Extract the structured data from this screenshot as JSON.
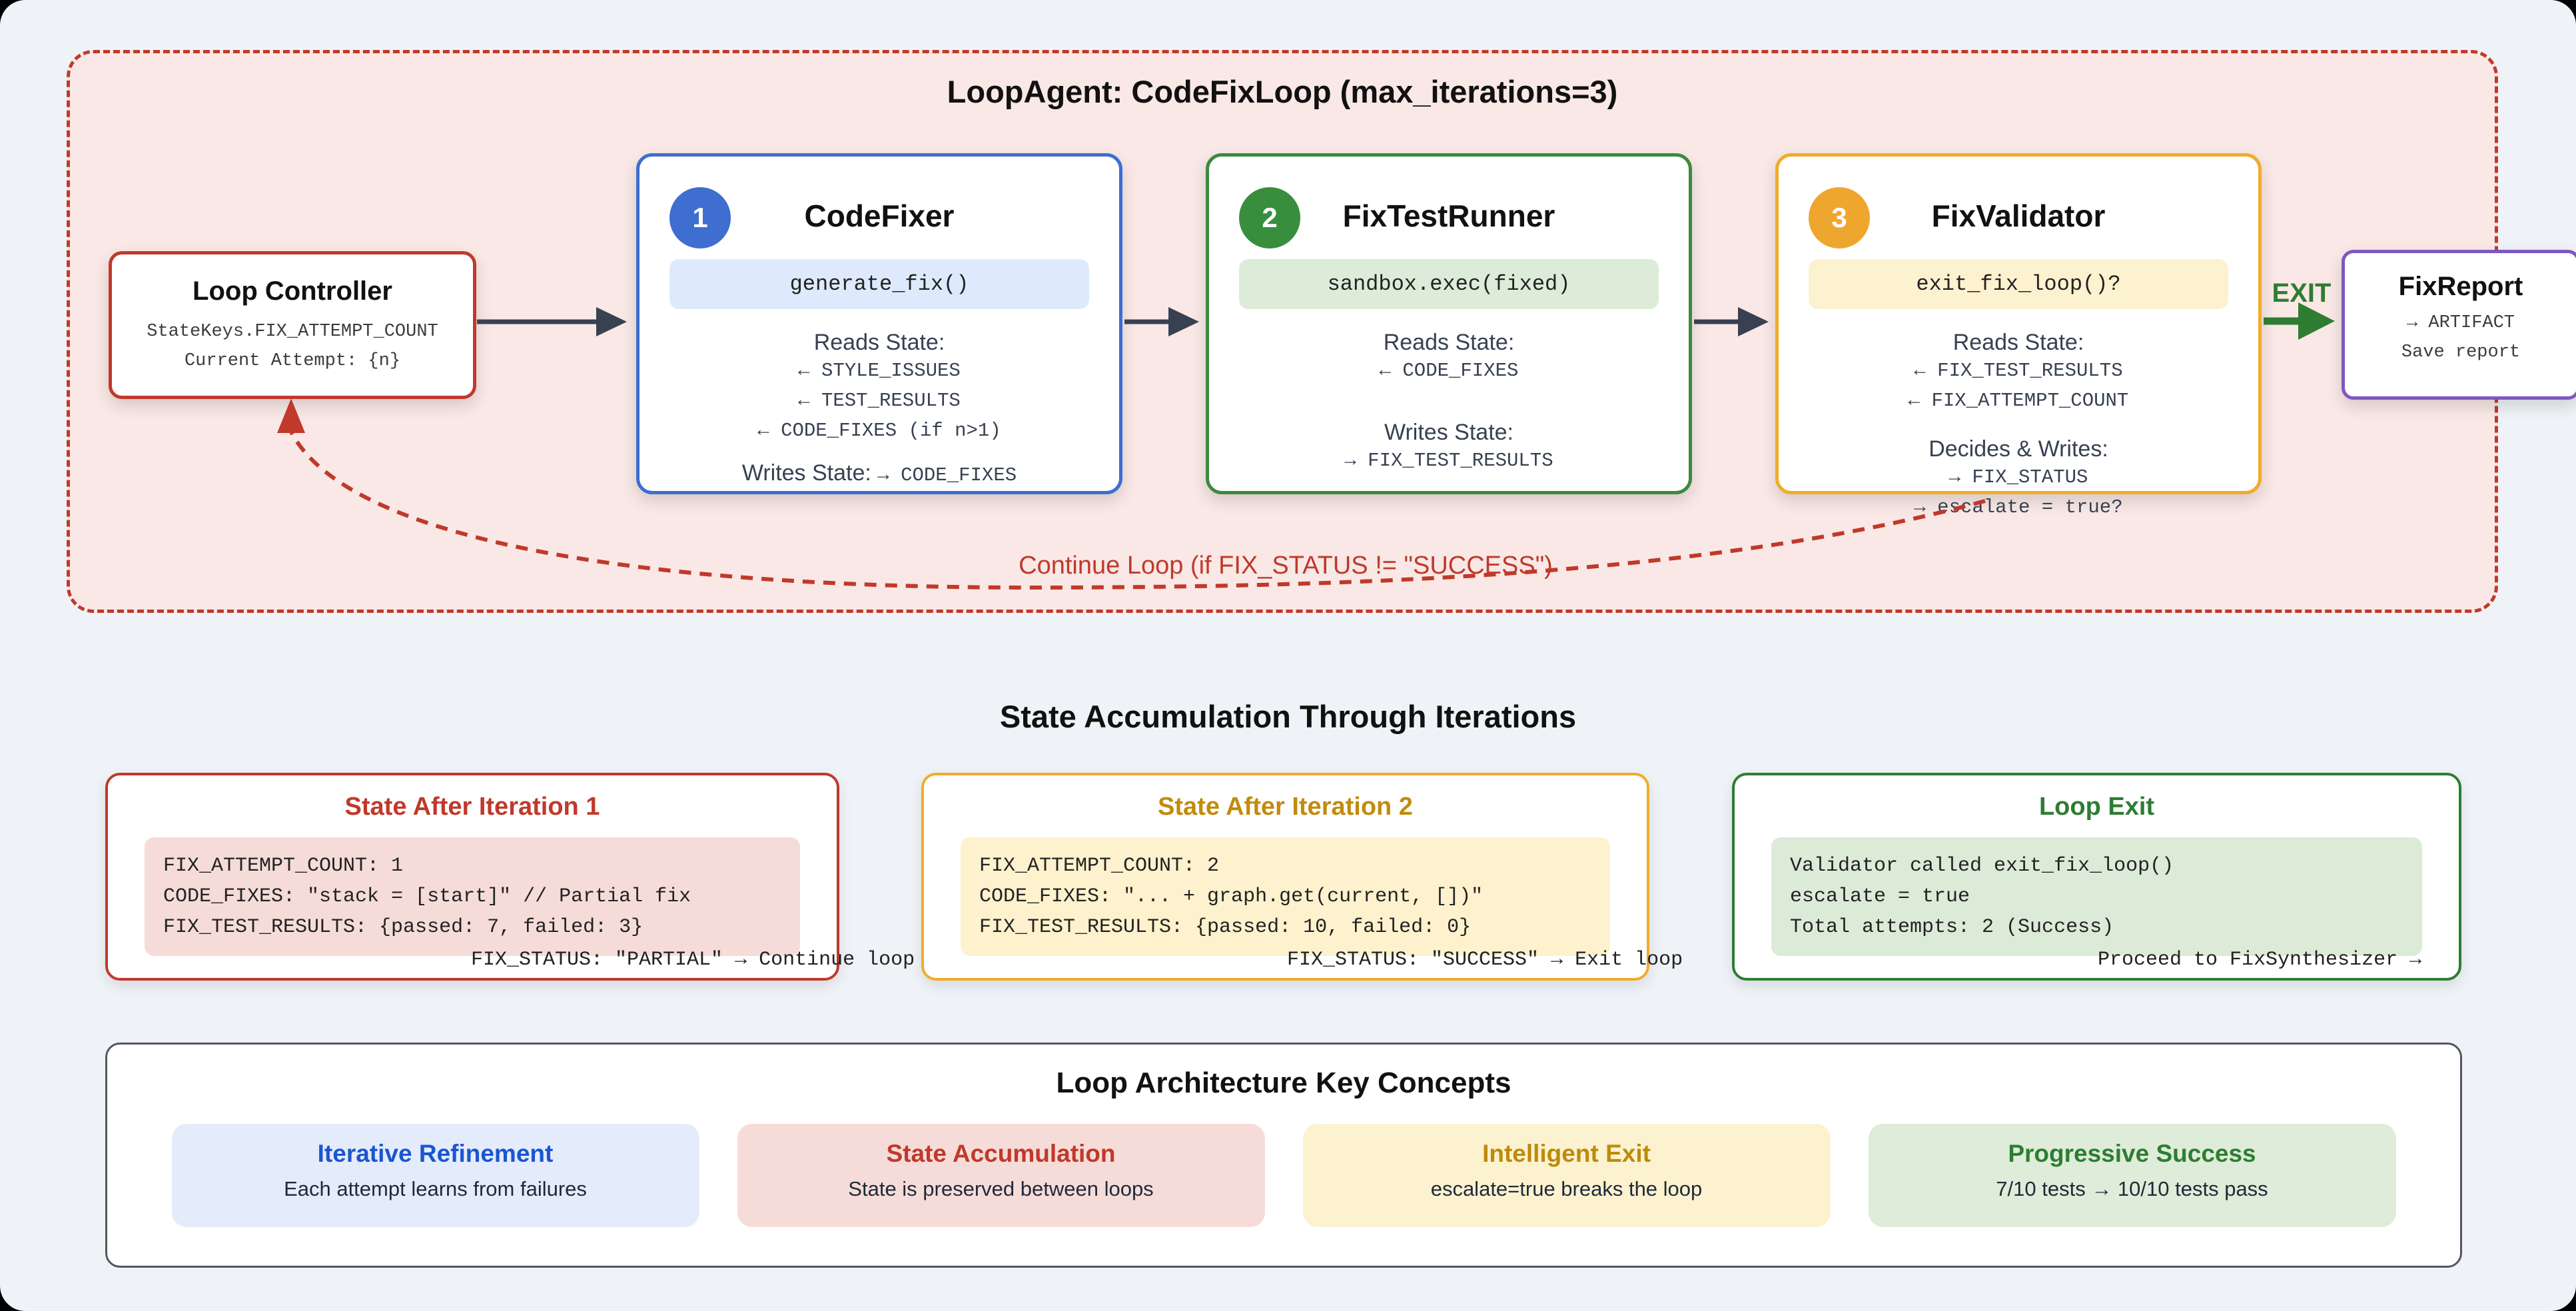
{
  "colors": {
    "loop_border": "#c0392b",
    "loop_bg": "#f9e8e5",
    "blue_accent": "#3d6ed0",
    "green_accent": "#2e7d32",
    "amber_accent": "#f0ac2b",
    "purple_accent": "#7e57c2",
    "red_accent": "#c0392b",
    "arrow_gray": "#374151"
  },
  "loop": {
    "title": "LoopAgent: CodeFixLoop (max_iterations=3)",
    "controller": {
      "title": "Loop Controller",
      "lines": [
        "StateKeys.FIX_ATTEMPT_COUNT",
        "Current Attempt: {n}"
      ]
    },
    "agents": [
      {
        "number": "1",
        "title": "CodeFixer",
        "chip": "generate_fix()",
        "reads_label": "Reads State:",
        "reads": [
          "← STYLE_ISSUES",
          "← TEST_RESULTS",
          "← CODE_FIXES (if n>1)"
        ],
        "writes_label": "Writes State:",
        "writes_inline": "→ CODE_FIXES"
      },
      {
        "number": "2",
        "title": "FixTestRunner",
        "chip": "sandbox.exec(fixed)",
        "reads_label": "Reads State:",
        "reads": [
          "← CODE_FIXES"
        ],
        "writes_label": "Writes State:",
        "writes": [
          "→ FIX_TEST_RESULTS"
        ]
      },
      {
        "number": "3",
        "title": "FixValidator",
        "chip": "exit_fix_loop()?",
        "reads_label": "Reads State:",
        "reads": [
          "← FIX_TEST_RESULTS",
          "← FIX_ATTEMPT_COUNT"
        ],
        "writes_label": "Decides & Writes:",
        "writes": [
          "→ FIX_STATUS",
          "→ escalate = true?"
        ]
      }
    ],
    "exit_label": "EXIT",
    "report": {
      "title": "FixReport",
      "lines": [
        "→ ARTIFACT",
        "Save report"
      ]
    },
    "continue_label": "Continue Loop (if FIX_STATUS != \"SUCCESS\")"
  },
  "state_section": {
    "heading": "State Accumulation Through Iterations",
    "boxes": [
      {
        "title": "State After Iteration 1",
        "code": [
          "FIX_ATTEMPT_COUNT: 1",
          "CODE_FIXES: \"stack = [start]\" // Partial fix",
          "FIX_TEST_RESULTS: {passed: 7, failed: 3}"
        ],
        "overflow_line": "FIX_STATUS: \"PARTIAL\" → Continue loop"
      },
      {
        "title": "State After Iteration 2",
        "code": [
          "FIX_ATTEMPT_COUNT: 2",
          "CODE_FIXES: \"... + graph.get(current, [])\"",
          "FIX_TEST_RESULTS: {passed: 10, failed: 0}"
        ],
        "overflow_line": "FIX_STATUS: \"SUCCESS\" → Exit loop"
      },
      {
        "title": "Loop Exit",
        "code": [
          "Validator called exit_fix_loop()",
          "escalate = true",
          "Total attempts: 2 (Success)"
        ],
        "overflow_line": "Proceed to FixSynthesizer →"
      }
    ]
  },
  "concepts": {
    "title": "Loop Architecture Key Concepts",
    "items": [
      {
        "title": "Iterative Refinement",
        "desc": "Each attempt learns from failures"
      },
      {
        "title": "State Accumulation",
        "desc": "State is preserved between loops"
      },
      {
        "title": "Intelligent Exit",
        "desc": "escalate=true breaks the loop"
      },
      {
        "title": "Progressive Success",
        "desc": "7/10 tests → 10/10 tests pass"
      }
    ]
  }
}
